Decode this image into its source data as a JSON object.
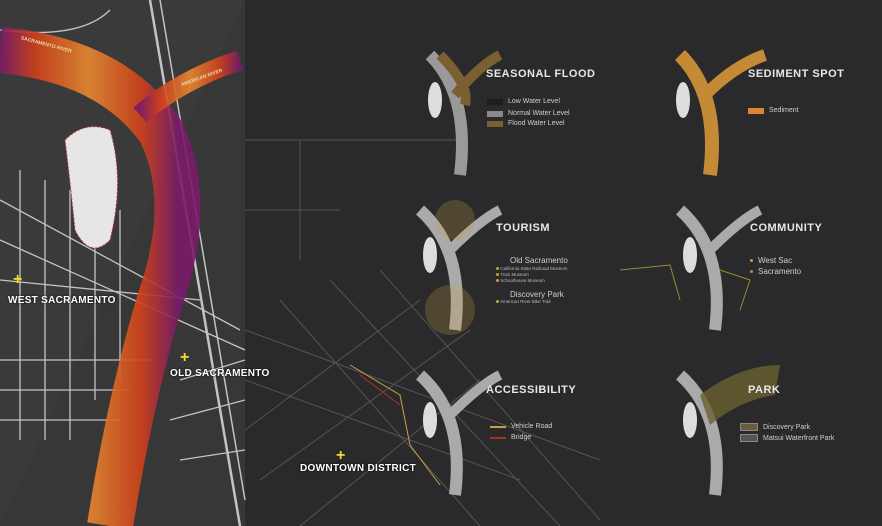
{
  "map_labels": {
    "sacramento_river": "SACRAMENTO RIVER",
    "american_river": "AMERICAN RIVER",
    "west_sacramento": "WEST SACRAMENTO",
    "old_sacramento": "OLD SACRAMENTO",
    "downtown": "DOWNTOWN DISTRICT"
  },
  "panels": {
    "seasonal_flood": {
      "title": "SEASONAL FLOOD",
      "legend": [
        "Low Water Level",
        "Normal Water Level",
        "Flood Water Level"
      ],
      "colors": [
        "#1e1e1e",
        "#8a8a8a",
        "#7a6030"
      ]
    },
    "sediment_spot": {
      "title": "SEDIMENT SPOT",
      "legend": [
        "Sediment"
      ],
      "colors": [
        "#d88a2a"
      ]
    },
    "tourism": {
      "title": "TOURISM",
      "group1": "Old Sacramento",
      "group1_items": [
        "California State Railroad Museum",
        "Train Museum",
        "Schoolhouse Museum"
      ],
      "group2": "Discovery Park",
      "group2_items": [
        "American River Bike Trail"
      ]
    },
    "community": {
      "title": "COMMUNITY",
      "legend": [
        "West Sac",
        "Sacramento"
      ]
    },
    "accessibility": {
      "title": "ACCESSIBILITY",
      "legend": [
        "Vehicle Road",
        "Bridge"
      ],
      "colors": [
        "#c9a040",
        "#b03020"
      ]
    },
    "park": {
      "title": "PARK",
      "legend": [
        "Discovery Park",
        "Matsui Waterfront Park"
      ],
      "colors": [
        "#6a5a40",
        "#777"
      ]
    }
  }
}
